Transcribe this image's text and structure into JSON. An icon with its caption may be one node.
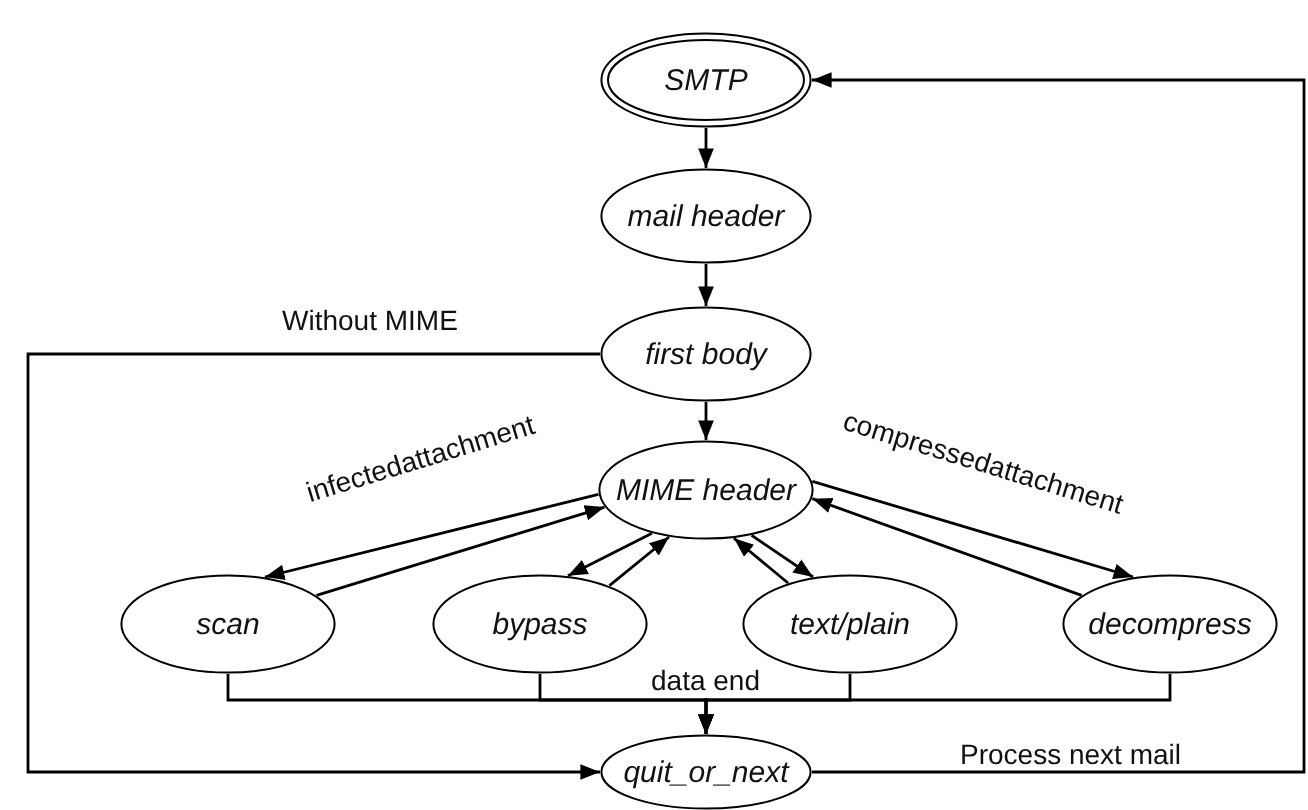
{
  "diagram": {
    "nodes": [
      {
        "text": [
          "SMTP"
        ]
      },
      {
        "text": [
          "mail header"
        ]
      },
      {
        "text": [
          "first body"
        ]
      },
      {
        "text": [
          "MIME header"
        ]
      },
      {
        "text": [
          "scan"
        ]
      },
      {
        "text": [
          "bypass"
        ]
      },
      {
        "text": [
          "text/plain"
        ]
      },
      {
        "text": [
          "decompress"
        ]
      },
      {
        "text": [
          "quit_or_next"
        ]
      }
    ],
    "edges": [
      {
        "from": 0,
        "to": 1,
        "arrow": "to"
      },
      {
        "from": 1,
        "to": 2,
        "arrow": "to"
      },
      {
        "from": 2,
        "to": 8,
        "arrow": "to",
        "label": "Without MIME"
      },
      {
        "from": 2,
        "to": 3,
        "arrow": "to"
      },
      {
        "from": 3,
        "to": 4,
        "arrow": "to",
        "label": "infectedattachment"
      },
      {
        "from": 4,
        "to": 3,
        "arrow": "to"
      },
      {
        "from": 3,
        "to": 5,
        "arrow": "to"
      },
      {
        "from": 5,
        "to": 3,
        "arrow": "to"
      },
      {
        "from": 3,
        "to": 6,
        "arrow": "to"
      },
      {
        "from": 6,
        "to": 3,
        "arrow": "to"
      },
      {
        "from": 3,
        "to": 7,
        "arrow": "to",
        "label": "compressedattachment"
      },
      {
        "from": 7,
        "to": 3,
        "arrow": "to"
      },
      {
        "from": 4,
        "to": 8,
        "arrow": "to"
      },
      {
        "from": 5,
        "to": 8,
        "arrow": "to"
      },
      {
        "from": 6,
        "to": 8,
        "arrow": "to"
      },
      {
        "from": 7,
        "to": 8,
        "arrow": "to"
      },
      {
        "from": 8,
        "to": 0,
        "arrow": "to",
        "label": "Process next mail"
      }
    ],
    "labels": [
      "data end"
    ]
  }
}
